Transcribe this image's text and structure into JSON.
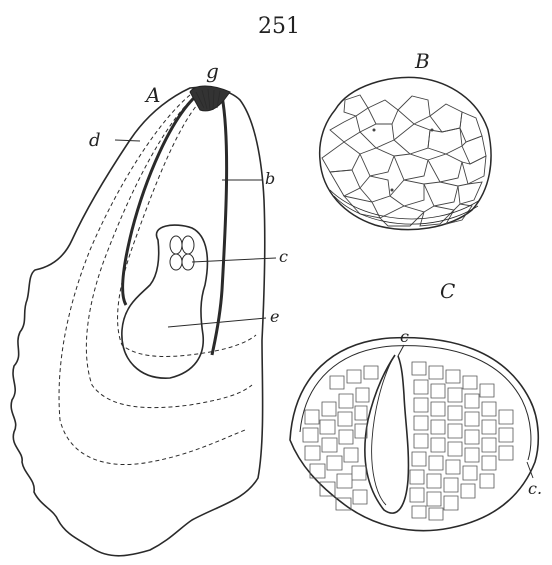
{
  "page_number": "251",
  "figure_A": {
    "label": "A",
    "parts": {
      "d": "d",
      "g": "g",
      "b": "b",
      "c": "c",
      "e": "e"
    }
  },
  "figure_B": {
    "label": "B"
  },
  "figure_C": {
    "label": "C",
    "parts": {
      "c_top": "c",
      "c_side": "c."
    }
  },
  "colors": {
    "ink": "#2a2a2a",
    "paper": "#ffffff"
  }
}
